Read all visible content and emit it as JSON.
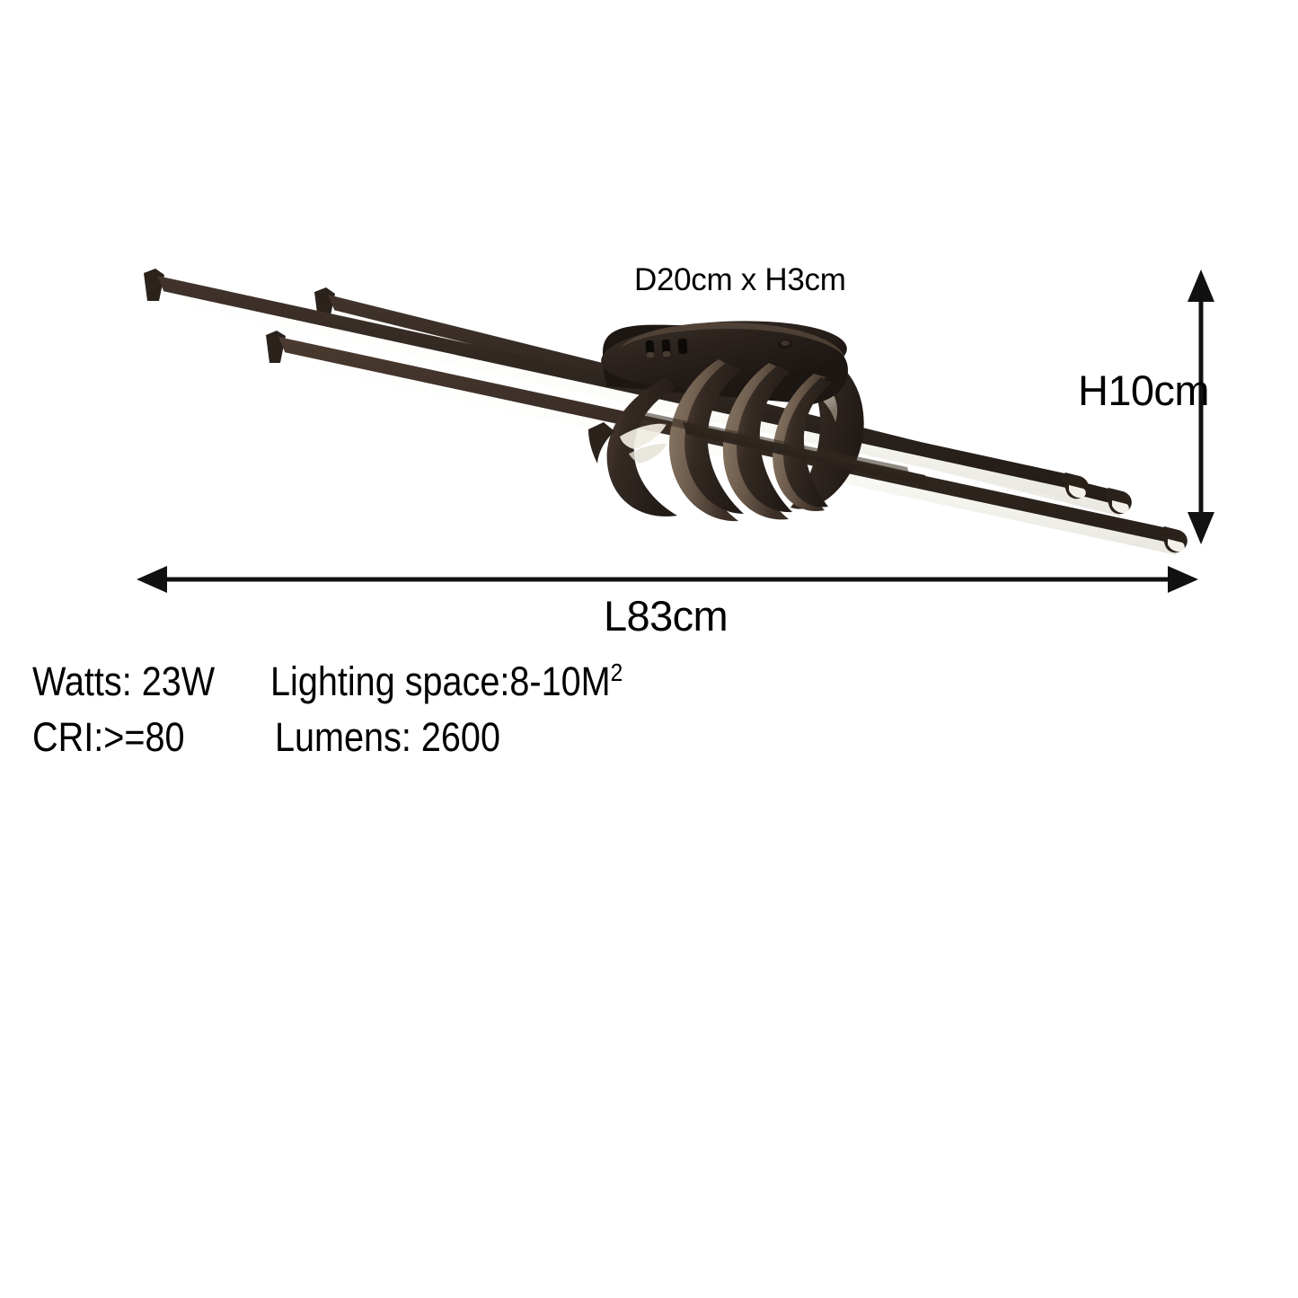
{
  "product": {
    "type": "led-ceiling-light",
    "finish_color": "#2e2420",
    "led_color": "#fdfdfa",
    "description": "Black linear LED ceiling light with three staggered bars and a central knotted ring"
  },
  "dimensions": {
    "diameter_label": "D20cm x H3cm",
    "height_label": "H10cm",
    "length_label": "L83cm"
  },
  "specs": {
    "rows": [
      {
        "left_label": "Watts: 23W",
        "right_label_prefix": "Lighting space:8-10M",
        "right_label_sup": "2"
      },
      {
        "left_label": "CRI:>=80",
        "right_label_prefix": "Lumens: 2600",
        "right_label_sup": ""
      }
    ]
  },
  "colors": {
    "background": "#ffffff",
    "text": "#000000",
    "arrow": "#111111",
    "body_dark": "#2e2420",
    "body_mid": "#4a3a31",
    "body_light": "#6d5a4d",
    "led_glow": "#fdfdfa"
  }
}
